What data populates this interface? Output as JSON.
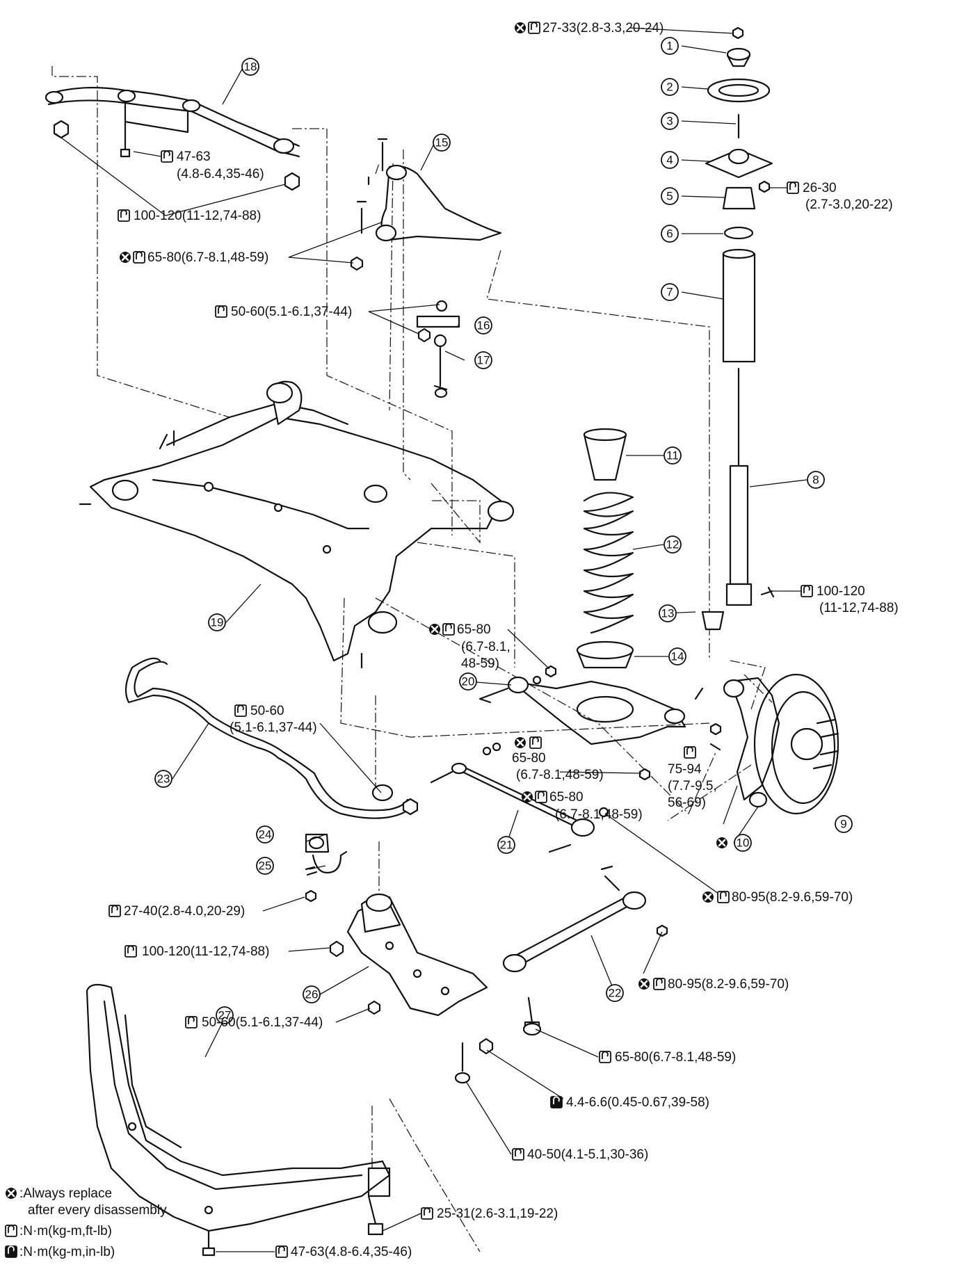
{
  "torque": {
    "t_top_nut": "27-33(2.8-3.3,20-24)",
    "t_mount": "26-30",
    "t_mount2": "(2.7-3.0,20-22)",
    "t_member_bolt": "47-63",
    "t_member_bolt2": "(4.8-6.4,35-46)",
    "t_100": "100-120(11-12,74-88)",
    "t_65_upper": "65-80(6.7-8.1,48-59)",
    "t_50_link": "50-60(5.1-6.1,37-44)",
    "t_shock_bolt": "100-120",
    "t_shock_bolt2": "(11-12,74-88)",
    "t_65_lower_a": "65-80",
    "t_65_lower_b": "(6.7-8.1,",
    "t_65_lower_c": "48-59)",
    "t_50_stab": "50-60",
    "t_50_stab2": "(5.1-6.1,37-44)",
    "t_65_mid": "65-80",
    "t_65_mid2": "(6.7-8.1,48-59)",
    "t_65_mid3": "65-80",
    "t_65_mid4": "(6.7-8.1,48-59)",
    "t_75": "75-94",
    "t_75b": "(7.7-9.5,",
    "t_75c": "56-69)",
    "t_27_40": "27-40(2.8-4.0,20-29)",
    "t_80_a": "80-95(8.2-9.6,59-70)",
    "t_100_lower": "100-120(11-12,74-88)",
    "t_80_b": "80-95(8.2-9.6,59-70)",
    "t_50_lower": "50-60(5.1-6.1,37-44)",
    "t_65_bottom": "65-80(6.7-8.1,48-59)",
    "t_44": "4.4-6.6(0.45-0.67,39-58)",
    "t_40": "40-50(4.1-5.1,30-36)",
    "t_25": "25-31(2.6-3.1,19-22)",
    "t_47_bottom": "47-63(4.8-6.4,35-46)"
  },
  "callouts": [
    "1",
    "2",
    "3",
    "4",
    "5",
    "6",
    "7",
    "8",
    "9",
    "10",
    "11",
    "12",
    "13",
    "14",
    "15",
    "16",
    "17",
    "18",
    "19",
    "20",
    "21",
    "22",
    "23",
    "24",
    "25",
    "26",
    "27"
  ],
  "legend": {
    "replace_line1": ":Always replace",
    "replace_line2": "after every disassembly",
    "nm_ft": ":N·m(kg-m,ft-lb)",
    "nm_in": ":N·m(kg-m,in-lb)"
  }
}
